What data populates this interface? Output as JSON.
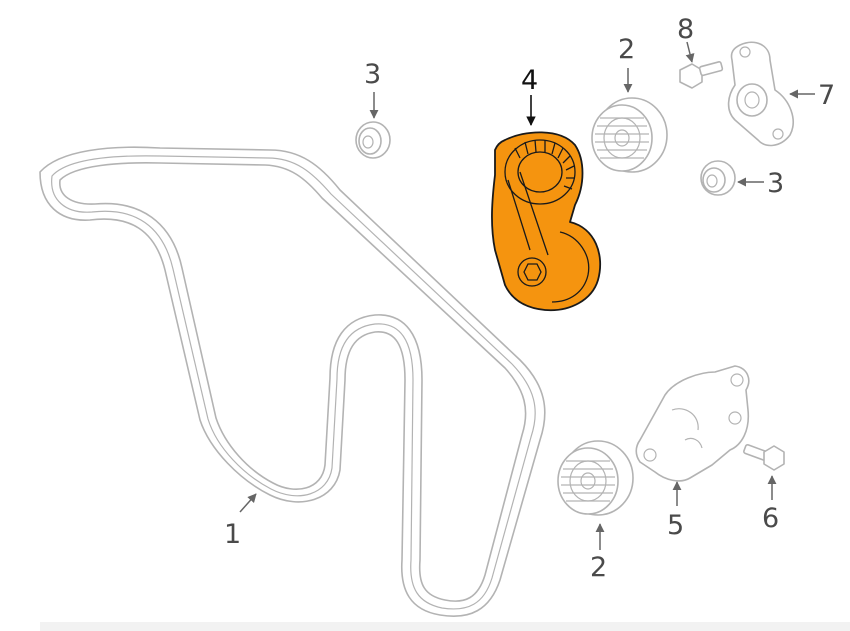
{
  "diagram": {
    "highlight_color": "#f5940f",
    "callouts": [
      {
        "id": "belt",
        "label": "1"
      },
      {
        "id": "idler-top",
        "label": "2"
      },
      {
        "id": "idler-bottom",
        "label": "2"
      },
      {
        "id": "cap-left",
        "label": "3"
      },
      {
        "id": "cap-right",
        "label": "3"
      },
      {
        "id": "tensioner",
        "label": "4"
      },
      {
        "id": "bracket",
        "label": "5"
      },
      {
        "id": "bolt-bottom",
        "label": "6"
      },
      {
        "id": "tensioner-small",
        "label": "7"
      },
      {
        "id": "bolt-top",
        "label": "8"
      }
    ]
  }
}
